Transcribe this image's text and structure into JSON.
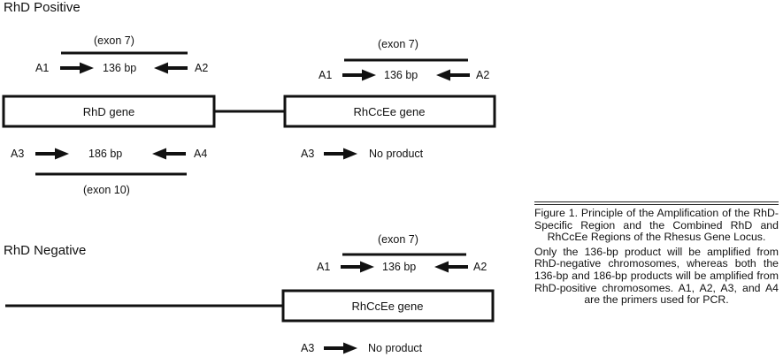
{
  "sections": {
    "positive": {
      "heading": "RhD Positive"
    },
    "negative": {
      "heading": "RhD Negative"
    }
  },
  "positive": {
    "rhd_gene": {
      "label": "RhD gene",
      "exon_top": "(exon 7)",
      "primer_a1": "A1",
      "product_top": "136 bp",
      "primer_a2": "A2",
      "primer_a3": "A3",
      "product_bottom": "186 bp",
      "primer_a4": "A4",
      "exon_bottom": "(exon 10)"
    },
    "rhccee_gene": {
      "label": "RhCcEe gene",
      "exon_top": "(exon 7)",
      "primer_a1": "A1",
      "product_top": "136 bp",
      "primer_a2": "A2",
      "primer_a3": "A3",
      "product_bottom": "No product"
    }
  },
  "negative": {
    "rhccee_gene": {
      "label": "RhCcEe gene",
      "exon_top": "(exon 7)",
      "primer_a1": "A1",
      "product_top": "136 bp",
      "primer_a2": "A2",
      "primer_a3": "A3",
      "product_bottom": "No product"
    }
  },
  "caption": {
    "title": "Figure 1. Principle of the Amplification of the RhD-Specific Region and the Combined RhD and RhCcEe Regions of the Rhesus Gene Locus.",
    "body": "Only the 136-bp product will be amplified from RhD-negative chromosomes, whereas both the 136-bp and 186-bp products will be amplified from RhD-positive chromosomes. A1, A2, A3, and A4 are the primers used for PCR."
  }
}
